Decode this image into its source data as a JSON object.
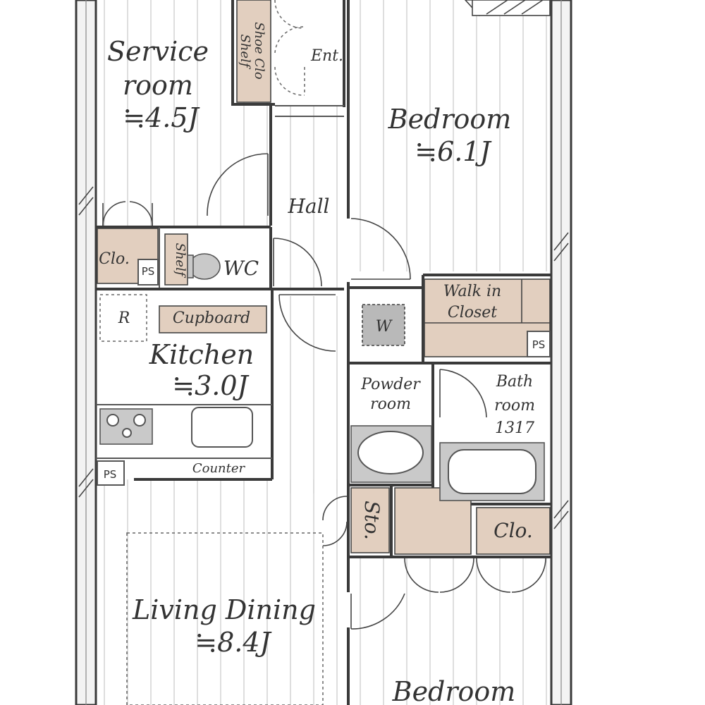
{
  "rooms": {
    "service": {
      "line1": "Service",
      "line2": "room",
      "size": "≒4.5J"
    },
    "bedroom_top": {
      "name": "Bedroom",
      "size": "≒6.1J"
    },
    "hall": {
      "name": "Hall"
    },
    "entrance": {
      "name": "Ent."
    },
    "shoe_shelf": {
      "line1": "Shoe Clo",
      "line2": "Shelf"
    },
    "closet_small": {
      "name": "Clo."
    },
    "wc": {
      "name": "WC",
      "shelf": "Shelf"
    },
    "walk_in": {
      "line1": "Walk in",
      "line2": "Closet"
    },
    "fridge": {
      "name": "R"
    },
    "cupboard": {
      "name": "Cupboard"
    },
    "kitchen": {
      "name": "Kitchen",
      "size": "≒3.0J"
    },
    "washer": {
      "name": "W"
    },
    "powder": {
      "line1": "Powder",
      "line2": "room"
    },
    "bath": {
      "line1": "Bath",
      "line2": "room",
      "line3": "1317"
    },
    "counter": {
      "name": "Counter"
    },
    "storage": {
      "name": "Sto."
    },
    "closet_right": {
      "name": "Clo."
    },
    "living": {
      "name": "Living Dining",
      "size": "≒8.4J"
    },
    "bedroom_bottom": {
      "name": "Bedroom"
    }
  },
  "ps": {
    "ps1": "PS",
    "ps2": "PS",
    "ps3": "PS"
  }
}
